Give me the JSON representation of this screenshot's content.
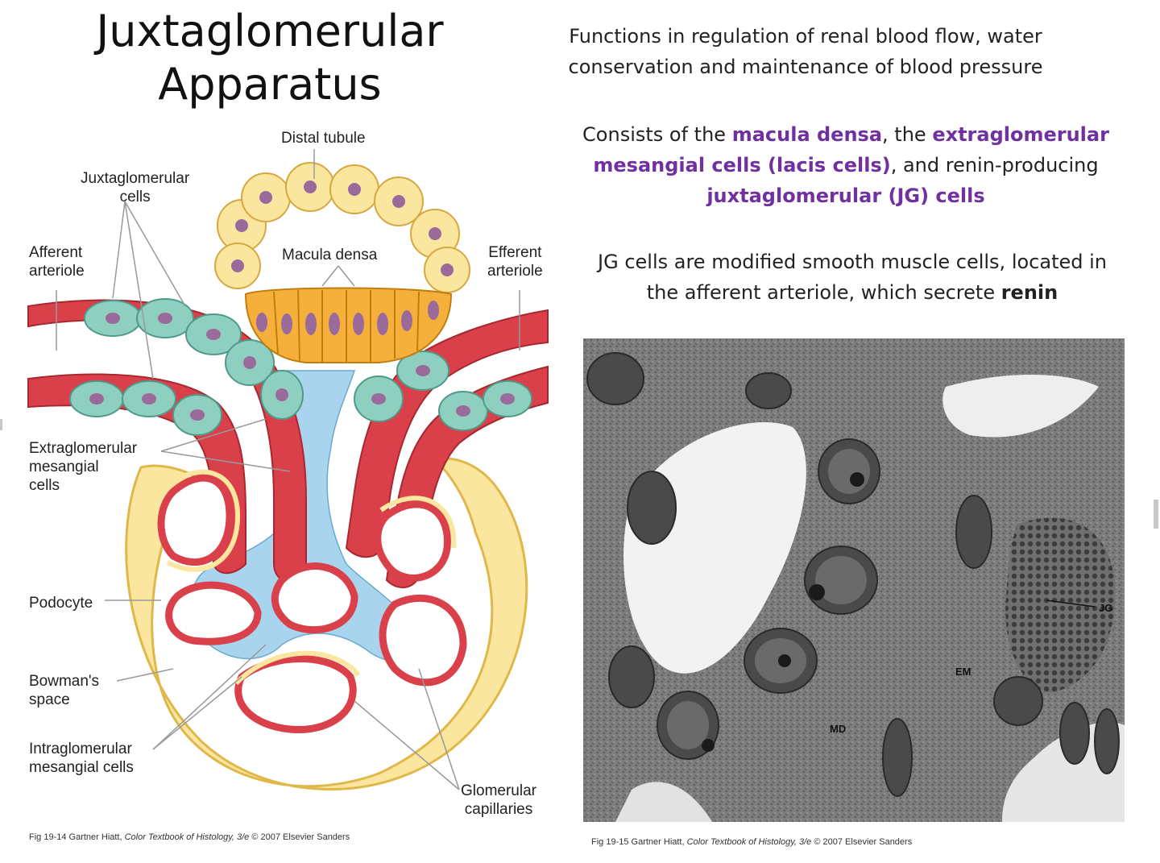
{
  "title": {
    "line1": "Juxtaglomerular",
    "line2": "Apparatus"
  },
  "functions": {
    "line1": "Functions in regulation of renal blood flow, water",
    "line2": "conservation and maintenance of blood pressure"
  },
  "consists": {
    "prefix": "Consists of the ",
    "macula_densa": "macula densa",
    "sep1": ", the ",
    "extraglomerular": "extraglomerular mesangial cells (lacis cells)",
    "sep2": ", and renin-producing",
    "jg_cells": "juxtaglomerular (JG) cells"
  },
  "jg_desc": {
    "line1": "JG cells are modified smooth muscle cells, located in",
    "line2_prefix": "the afferent arteriole, which secrete ",
    "line2_bold": "renin"
  },
  "diagram_labels": {
    "distal_tubule": "Distal tubule",
    "juxtaglomerular_cells_1": "Juxtaglomerular",
    "juxtaglomerular_cells_2": "cells",
    "afferent_1": "Afferent",
    "afferent_2": "arteriole",
    "macula_densa": "Macula densa",
    "efferent_1": "Efferent",
    "efferent_2": "arteriole",
    "extraglomerular_1": "Extraglomerular",
    "extraglomerular_2": "mesangial",
    "extraglomerular_3": "cells",
    "podocyte": "Podocyte",
    "bowmans_1": "Bowman's",
    "bowmans_2": "space",
    "intraglomerular_1": "Intraglomerular",
    "intraglomerular_2": "mesangial cells",
    "glomerular_1": "Glomerular",
    "glomerular_2": "capillaries"
  },
  "micrograph_labels": {
    "jg": "JG",
    "em": "EM",
    "md": "MD"
  },
  "captions": {
    "left_prefix": "Fig 19-14 Gartner Hiatt, ",
    "left_italic": "Color Textbook of Histology, 3/e",
    "left_suffix": "  © 2007 Elsevier Sanders",
    "right_prefix": "Fig 19-15 Gartner Hiatt, ",
    "right_italic": "Color Textbook of Histology, 3/e",
    "right_suffix": "  © 2007 Elsevier Sanders"
  },
  "colors": {
    "accent_purple": "#7030a0",
    "arteriole_red": "#d9404a",
    "jg_cell_green": "#8fcfbf",
    "macula_orange": "#f5b03c",
    "tubule_yellow": "#fbe6a0",
    "mesangial_blue": "#a9d4ee",
    "nucleus_purple": "#9a6a9a"
  }
}
